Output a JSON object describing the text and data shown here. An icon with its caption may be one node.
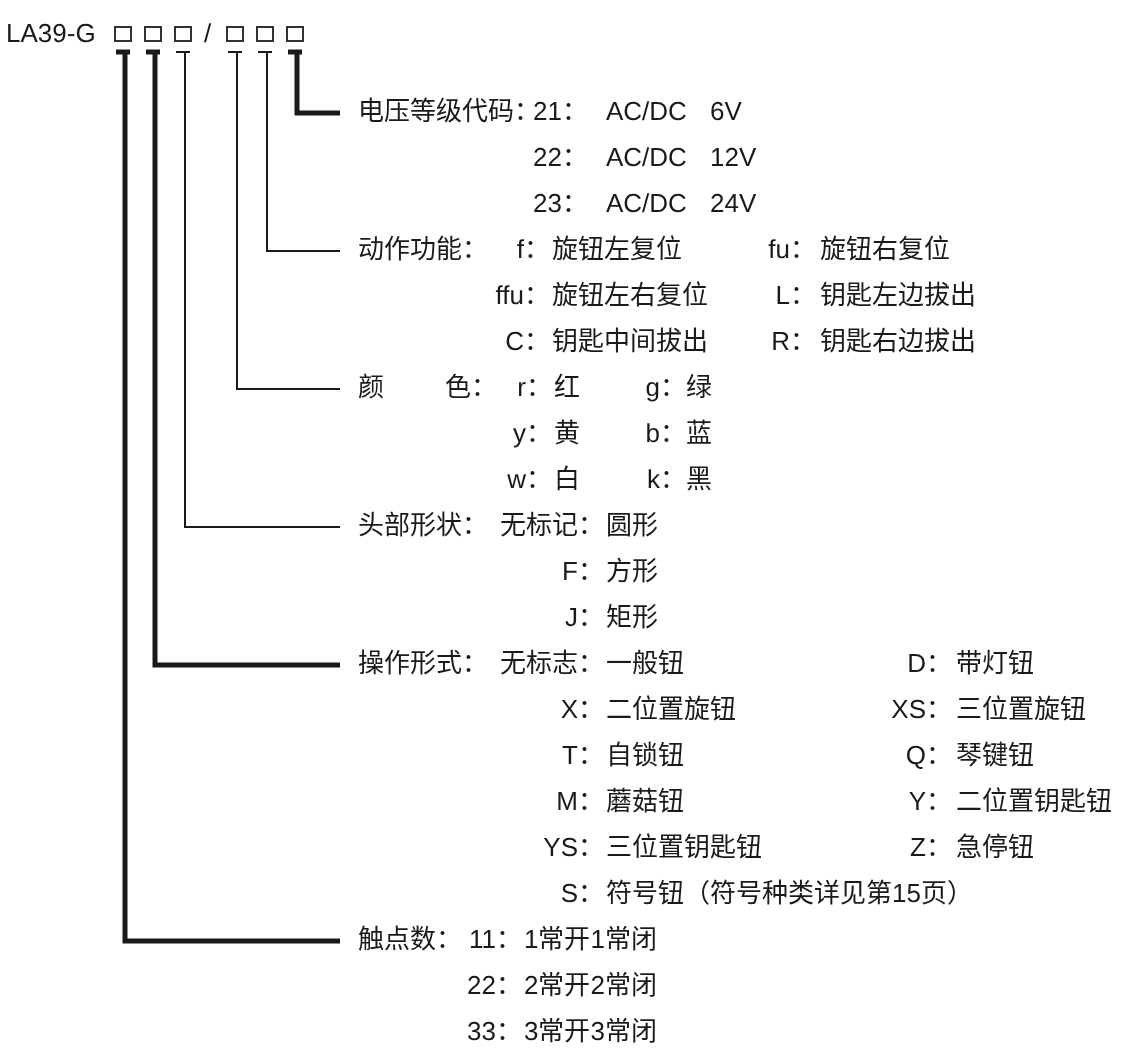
{
  "diagram": {
    "nodes": [
      {
        "text": [],
        "shape": "box"
      },
      {
        "text": [],
        "shape": "box"
      },
      {
        "text": [],
        "shape": "box"
      },
      {
        "text": [],
        "shape": "box"
      },
      {
        "text": [],
        "shape": "box"
      },
      {
        "text": [],
        "shape": "box"
      },
      {
        "text": [
          "电压等级代码："
        ],
        "beside": [
          "21：",
          "AC/DC 6V",
          "22：",
          "AC/DC 12V",
          "23：",
          "AC/DC 24V"
        ]
      },
      {
        "text": [
          "动作功能："
        ],
        "beside": [
          "f：",
          "旋钮左复位",
          "fu：",
          "旋钮右复位",
          "ffu：",
          "旋钮左右复位",
          "L：",
          "钥匙左边拔出",
          "C：",
          "钥匙中间拔出",
          "R：",
          "钥匙右边拔出"
        ]
      },
      {
        "text": [
          "颜 色："
        ],
        "beside": [
          "r：",
          "红",
          "g：",
          "绿",
          "y：",
          "黄",
          "b：",
          "蓝",
          "w：",
          "白",
          "k：",
          "黑"
        ]
      },
      {
        "text": [
          "头部形状："
        ],
        "beside": [
          "无标记：",
          "圆形",
          "F：",
          "方形",
          "J：",
          "矩形"
        ]
      },
      {
        "text": [
          "操作形式："
        ],
        "beside": [
          "无标志：",
          "一般钮",
          "D：",
          "带灯钮",
          "X：",
          "二位置旋钮",
          "XS：",
          "三位置旋钮",
          "T：",
          "自锁钮",
          "Q：",
          "琴键钮",
          "M：",
          "蘑菇钮",
          "Y：",
          "二位置钥匙钮",
          "YS：",
          "三位置钥匙钮",
          "Z：",
          "急停钮",
          "S：",
          "符号钮（符号种类详见第15页）"
        ]
      },
      {
        "text": [
          "触点数："
        ],
        "beside": [
          "11：",
          "1常开1常闭",
          "22：",
          "2常开2常闭",
          "33：",
          "3常开3常闭"
        ]
      }
    ],
    "edges": [
      {
        "from": 5,
        "to": 6,
        "arrow": "none",
        "style": "thick"
      },
      {
        "from": 4,
        "to": 7,
        "arrow": "none"
      },
      {
        "from": 3,
        "to": 8,
        "arrow": "none"
      },
      {
        "from": 2,
        "to": 9,
        "arrow": "none"
      },
      {
        "from": 1,
        "to": 10,
        "arrow": "none",
        "style": "thick"
      },
      {
        "from": 0,
        "to": 11,
        "arrow": "none",
        "style": "thick"
      }
    ],
    "labels": [
      "LA39-G",
      "/"
    ]
  }
}
